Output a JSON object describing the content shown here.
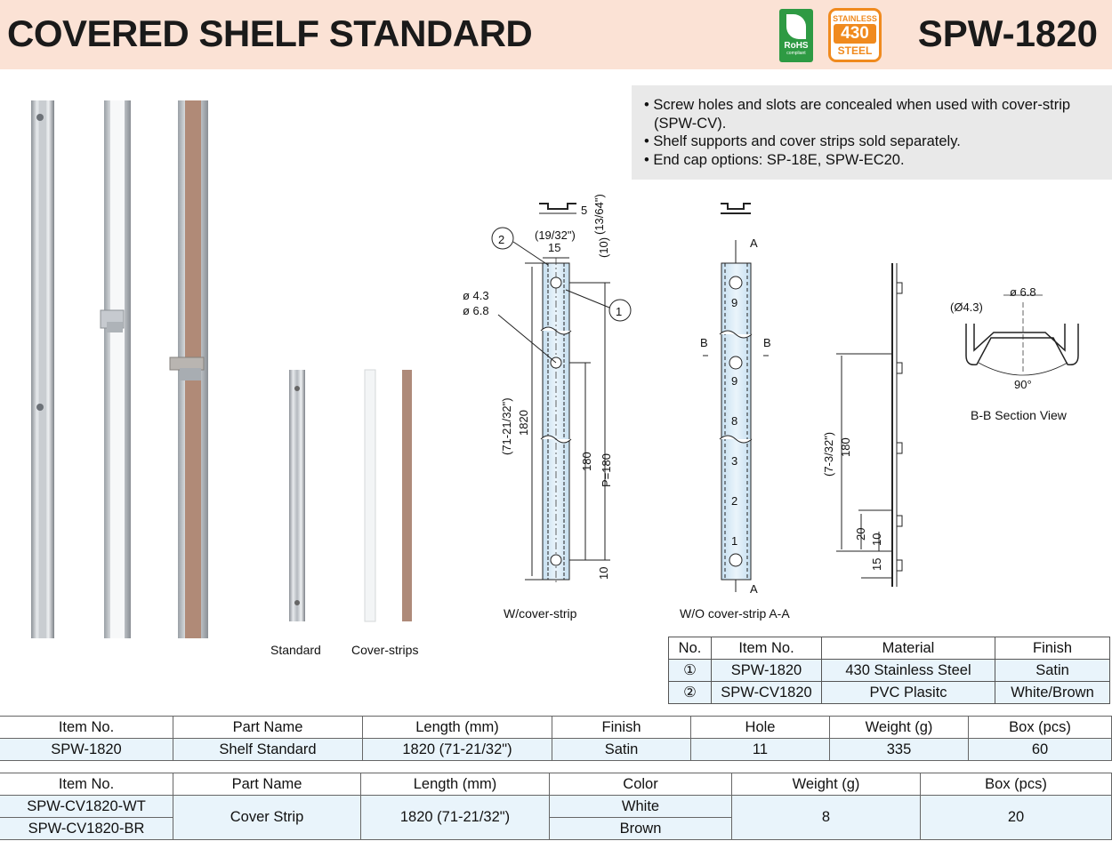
{
  "header": {
    "title": "COVERED SHELF STANDARD",
    "model": "SPW-1820",
    "rohs_badge": {
      "line1": "RoHS",
      "line2": "compliant",
      "icon": "leaf-icon",
      "color": "#2e9a43"
    },
    "steel_badge": {
      "line1": "STAINLESS",
      "line2": "430",
      "line3": "STEEL",
      "color": "#f08a1e"
    },
    "background": "#fbe2d5"
  },
  "notes": [
    "Screw holes and slots are concealed when used with cover-strip (SPW-CV).",
    "Shelf supports and cover strips sold separately.",
    "End cap options: SP-18E, SPW-EC20."
  ],
  "captions": {
    "standard": "Standard",
    "cover_strips": "Cover-strips",
    "with_cover": "W/cover-strip",
    "without_cover": "W/O cover-strip A-A",
    "section": "B-B Section View"
  },
  "dimensions": {
    "d5": "5",
    "d13_64": "(13/64\")",
    "d19_32": "(19/32\")",
    "d15": "15",
    "d10": "(10)",
    "hole_small": "ø 4.3",
    "hole_large": "ø 6.8",
    "total_in": "(71-21/32\")",
    "total_mm": "1820",
    "d180": "180",
    "pitch": "P=180",
    "d10b": "10",
    "callout1": "1",
    "callout2": "2",
    "section_a": "A",
    "section_b": "B",
    "side_in": "(7-3/32\")",
    "side_180": "180",
    "side_20": "20",
    "side_10": "10",
    "side_15": "15",
    "bb_hole_small": "(Ø4.3)",
    "bb_hole_large": "ø 6.8",
    "bb_angle": "90°",
    "scale_numbers": [
      "9",
      "9",
      "8",
      "3",
      "2",
      "1"
    ]
  },
  "parts_table": {
    "headers": [
      "No.",
      "Item No.",
      "Material",
      "Finish"
    ],
    "rows": [
      [
        "①",
        "SPW-1820",
        "430 Stainless Steel",
        "Satin"
      ],
      [
        "②",
        "SPW-CV1820",
        "PVC Plasitc",
        "White/Brown"
      ]
    ]
  },
  "spec_table": {
    "headers": [
      "Item No.",
      "Part Name",
      "Length (mm)",
      "Finish",
      "Hole",
      "Weight (g)",
      "Box (pcs)"
    ],
    "rows": [
      [
        "SPW-1820",
        "Shelf Standard",
        "1820 (71-21/32\")",
        "Satin",
        "11",
        "335",
        "60"
      ]
    ]
  },
  "cover_table": {
    "headers": [
      "Item No.",
      "Part Name",
      "Length (mm)",
      "Color",
      "Weight (g)",
      "Box (pcs)"
    ],
    "item_1": "SPW-CV1820-WT",
    "item_2": "SPW-CV1820-BR",
    "part_name": "Cover Strip",
    "length": "1820 (71-21/32\")",
    "color_1": "White",
    "color_2": "Brown",
    "weight": "8",
    "box": "20"
  }
}
